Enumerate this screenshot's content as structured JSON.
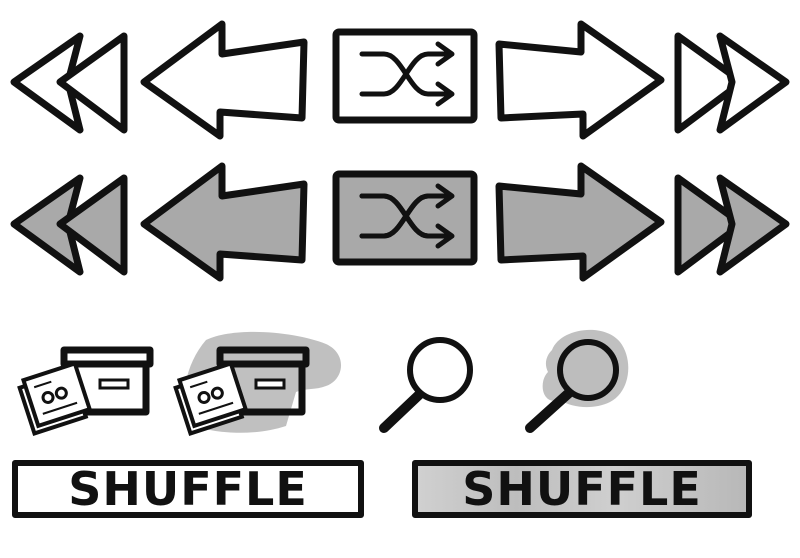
{
  "buttons": {
    "shuffle_label": "SHUFFLE",
    "shuffle_hover_label": "SHUFFLE"
  },
  "states": [
    "normal",
    "hover"
  ],
  "icons": [
    "rewind-icon",
    "back-arrow-icon",
    "shuffle-icon",
    "forward-arrow-icon",
    "fast-forward-icon",
    "archive-box-icon",
    "search-icon"
  ],
  "colors": {
    "ink": "#111111",
    "normal_fill": "#ffffff",
    "hover_fill": "#a9a9a9",
    "background": "#ffffff"
  }
}
